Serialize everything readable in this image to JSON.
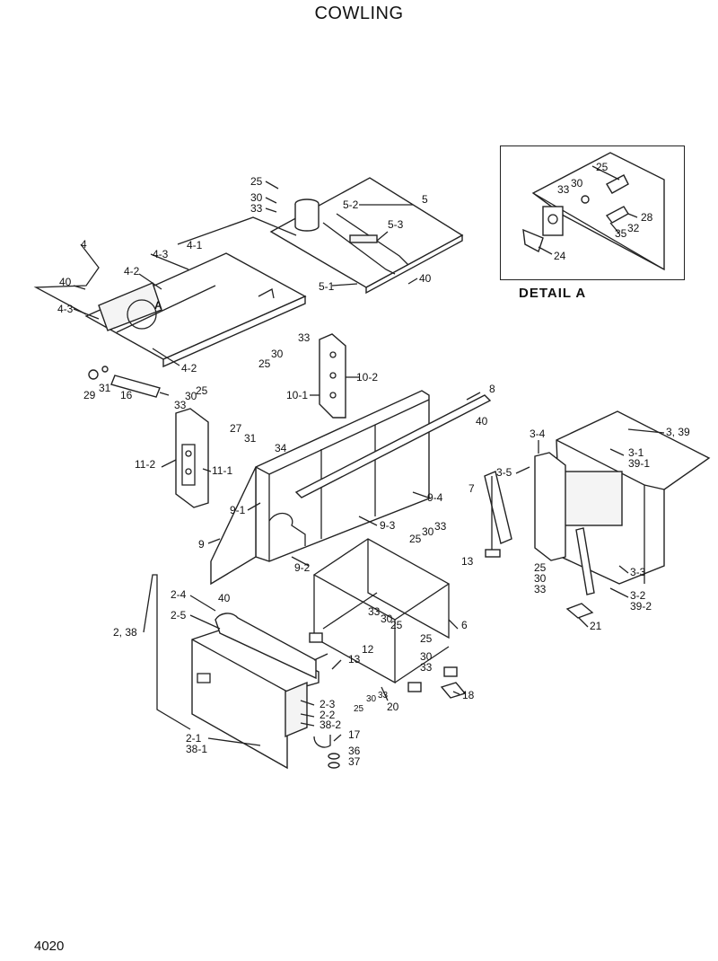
{
  "title": "COWLING",
  "page_number": "4020",
  "detail_label": "DETAIL   A",
  "callout_letter": "A",
  "labels": {
    "l_25a": "25",
    "l_30a": "30",
    "l_33a": "33",
    "l_5": "5",
    "l_5_2": "5-2",
    "l_5_3": "5-3",
    "l_5_1": "5-1",
    "l_40a": "40",
    "l_4": "4",
    "l_4_1": "4-1",
    "l_4_3a": "4-3",
    "l_4_2a": "4-2",
    "l_40b": "40",
    "l_4_3b": "4-3",
    "l_4_2b": "4-2",
    "l_d25": "25",
    "l_d33": "33",
    "l_d30": "30",
    "l_d28": "28",
    "l_d35": "35",
    "l_d32": "32",
    "l_d24": "24",
    "l_33b": "33",
    "l_30b": "30",
    "l_25b": "25",
    "l_10_2": "10-2",
    "l_10_1": "10-1",
    "l_29": "29",
    "l_31a": "31",
    "l_16": "16",
    "l_30c": "30",
    "l_25c": "25",
    "l_33c": "33",
    "l_8": "8",
    "l_27": "27",
    "l_31b": "31",
    "l_34": "34",
    "l_40c": "40",
    "l_11_2": "11-2",
    "l_11_1": "11-1",
    "l_9_1": "9-1",
    "l_9": "9",
    "l_9_4": "9-4",
    "l_9_3": "9-3",
    "l_9_2": "9-2",
    "l_3_4": "3-4",
    "l_3_39": "3, 39",
    "l_3_1": "3-1",
    "l_39_1": "39-1",
    "l_3_5": "3-5",
    "l_7": "7",
    "l_33d": "33",
    "l_30d": "30",
    "l_25d": "25",
    "l_13a": "13",
    "l_25e": "25",
    "l_30e": "30",
    "l_33e": "33",
    "l_3_3": "3-3",
    "l_3_2": "3-2",
    "l_39_2": "39-2",
    "l_21": "21",
    "l_2_4": "2-4",
    "l_40d": "40",
    "l_2_5": "2-5",
    "l_2_38": "2, 38",
    "l_33f": "33",
    "l_30f": "30",
    "l_25f": "25",
    "l_12": "12",
    "l_13b": "13",
    "l_6": "6",
    "l_25g": "25",
    "l_30g": "30",
    "l_33g": "33",
    "l_25h": "25",
    "l_30h": "30",
    "l_33h": "33",
    "l_20": "20",
    "l_18": "18",
    "l_2_3": "2-3",
    "l_2_2": "2-2",
    "l_38_2": "38-2",
    "l_2_1": "2-1",
    "l_38_1": "38-1",
    "l_17": "17",
    "l_36": "36",
    "l_37": "37"
  }
}
